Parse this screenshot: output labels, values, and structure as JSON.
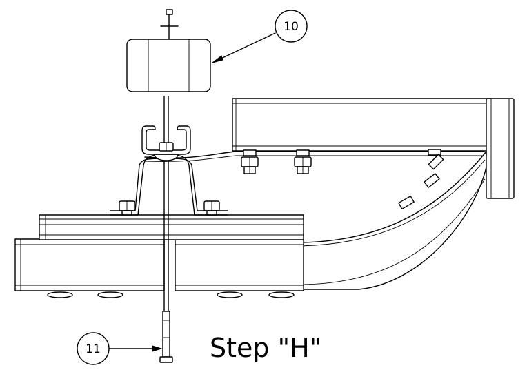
{
  "callouts": {
    "part_10": "10",
    "part_11": "11"
  },
  "step_label": "Step \"H\""
}
